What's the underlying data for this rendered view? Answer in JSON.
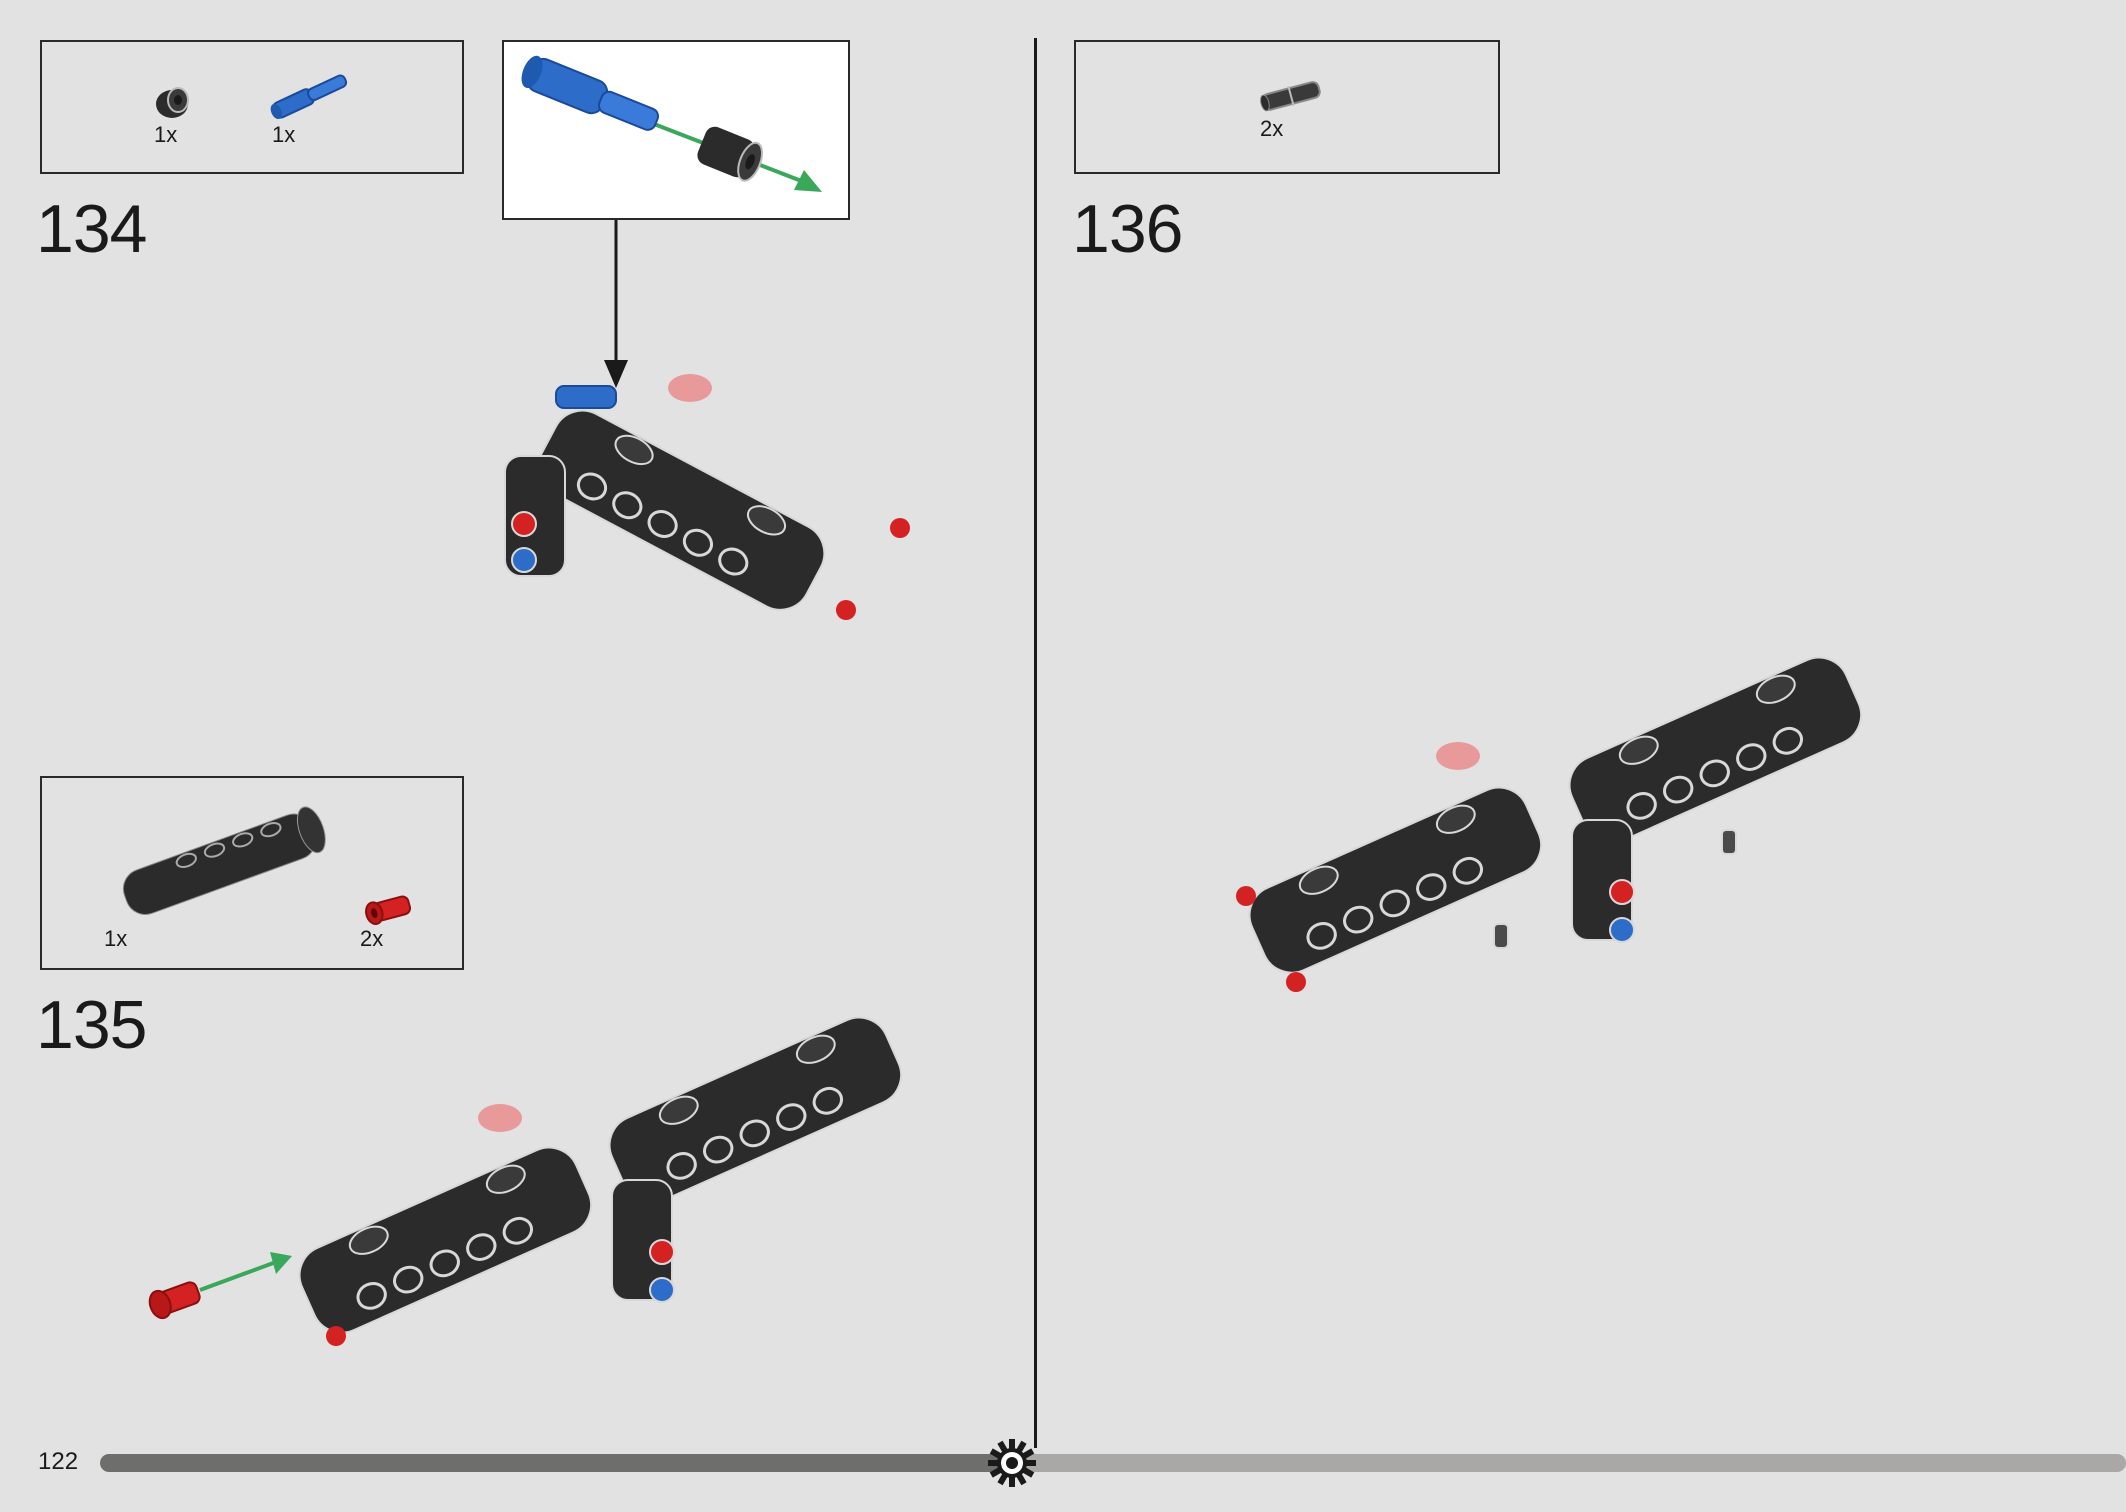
{
  "page": {
    "number": "122"
  },
  "progress": {
    "fraction": 0.45
  },
  "steps": [
    {
      "number": "134",
      "parts": [
        {
          "name": "bush",
          "qty": "1x"
        },
        {
          "name": "blue-axle-pin",
          "qty": "1x"
        }
      ]
    },
    {
      "number": "135",
      "parts": [
        {
          "name": "black-beam-assembly",
          "qty": "1x"
        },
        {
          "name": "red-pin",
          "qty": "2x"
        }
      ]
    },
    {
      "number": "136",
      "parts": [
        {
          "name": "grey-pin-connector",
          "qty": "2x"
        }
      ]
    }
  ],
  "colors": {
    "background": "#e2e2e2",
    "brick": "#2b2b2b",
    "blue": "#2d6cc8",
    "red": "#d42222",
    "arrow": "#3aa85a"
  },
  "icons": {
    "progress_marker": "gear-icon"
  }
}
